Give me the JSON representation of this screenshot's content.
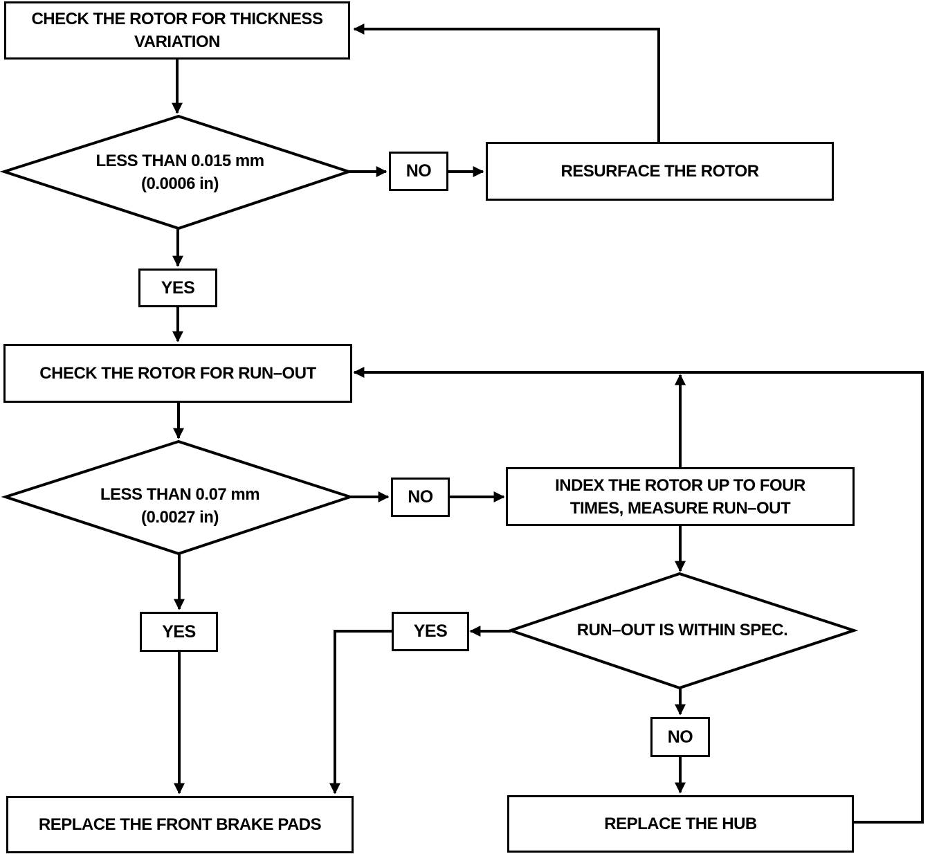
{
  "nodes": {
    "check_thickness": "CHECK THE ROTOR FOR THICKNESS\nVARIATION",
    "decision_thickness": "LESS THAN 0.015 mm\n(0.0006 in)",
    "label_no_1": "NO",
    "resurface": "RESURFACE THE ROTOR",
    "label_yes_1": "YES",
    "check_runout": "CHECK THE ROTOR FOR RUN–OUT",
    "decision_runout": "LESS THAN 0.07 mm\n(0.0027 in)",
    "label_no_2": "NO",
    "index_rotor": "INDEX THE ROTOR UP TO FOUR\nTIMES, MEASURE RUN–OUT",
    "decision_spec": "RUN–OUT IS WITHIN SPEC.",
    "label_yes_3": "YES",
    "label_yes_2": "YES",
    "label_no_3": "NO",
    "replace_pads": "REPLACE THE FRONT BRAKE PADS",
    "replace_hub": "REPLACE THE HUB"
  }
}
